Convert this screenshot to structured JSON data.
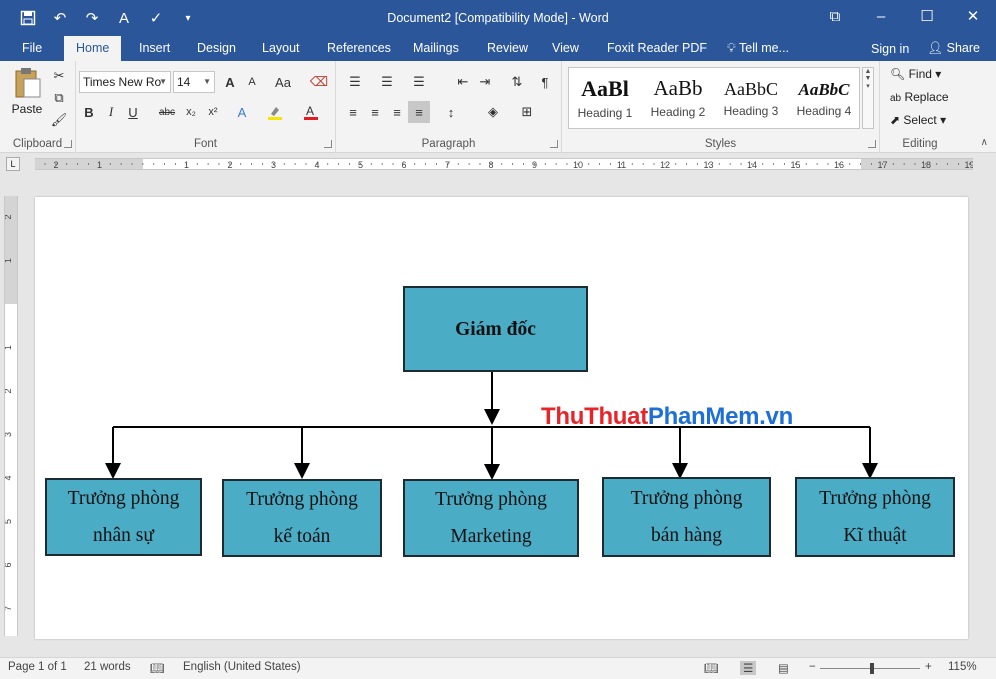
{
  "titlebar": {
    "title": "Document2 [Compatibility Mode] - Word",
    "save_icon": "save-icon",
    "undo_icon": "undo-icon",
    "redo_icon": "redo-icon",
    "window_minimize": "–",
    "window_restore": "☐",
    "window_close": "✕",
    "ribbon_display": "⧉"
  },
  "tabs": {
    "file": "File",
    "home": "Home",
    "insert": "Insert",
    "design": "Design",
    "layout": "Layout",
    "references": "References",
    "mailings": "Mailings",
    "review": "Review",
    "view": "View",
    "foxit": "Foxit Reader PDF",
    "tellme": "Tell me...",
    "signin": "Sign in",
    "share": "Share"
  },
  "ribbon": {
    "clipboard": {
      "label": "Clipboard",
      "paste": "Paste"
    },
    "font": {
      "label": "Font",
      "font_name": "Times New Ro",
      "font_size": "14",
      "bold": "B",
      "italic": "I",
      "underline": "U",
      "strike": "abc",
      "subscript": "x₂",
      "superscript": "x²",
      "grow": "A",
      "shrink": "A",
      "case": "Aa"
    },
    "paragraph": {
      "label": "Paragraph"
    },
    "styles": {
      "label": "Styles",
      "items": [
        {
          "sample": "AaBl",
          "name": "Heading 1"
        },
        {
          "sample": "AaBb",
          "name": "Heading 2"
        },
        {
          "sample": "AaBbC",
          "name": "Heading 3"
        },
        {
          "sample": "AaBbC",
          "name": "Heading 4"
        }
      ]
    },
    "editing": {
      "label": "Editing",
      "find": "Find",
      "replace": "Replace",
      "select": "Select"
    }
  },
  "ruler": {
    "h_numbers": [
      "2",
      "1",
      "1",
      "2",
      "3",
      "4",
      "5",
      "6",
      "7",
      "8",
      "9",
      "10",
      "11",
      "12",
      "13",
      "14",
      "15",
      "16",
      "17",
      "18",
      "19"
    ],
    "v_numbers": [
      "2",
      "1",
      "1",
      "2",
      "3",
      "4",
      "5",
      "6",
      "7"
    ]
  },
  "document": {
    "top_box": "Giám đốc",
    "boxes": [
      {
        "line1": "Trưởng phòng",
        "line2": "nhân sự"
      },
      {
        "line1": "Trưởng phòng",
        "line2": "kế toán"
      },
      {
        "line1": "Trưởng phòng",
        "line2": "Marketing"
      },
      {
        "line1": "Trưởng phòng",
        "line2": "bán hàng"
      },
      {
        "line1": "Trưởng phòng",
        "line2": "Kĩ thuật"
      }
    ],
    "watermark": {
      "part1": "ThuThuat",
      "part2": "PhanMem",
      "part3": ".vn"
    }
  },
  "statusbar": {
    "page": "Page 1 of 1",
    "words": "21 words",
    "language": "English (United States)",
    "zoom_minus": "−",
    "zoom_plus": "+",
    "zoom": "115%"
  },
  "colors": {
    "title_bar": "#2b579a",
    "box_fill": "#4bacc6",
    "watermark_red": "#e8242b",
    "watermark_blue": "#1e6fd8"
  }
}
